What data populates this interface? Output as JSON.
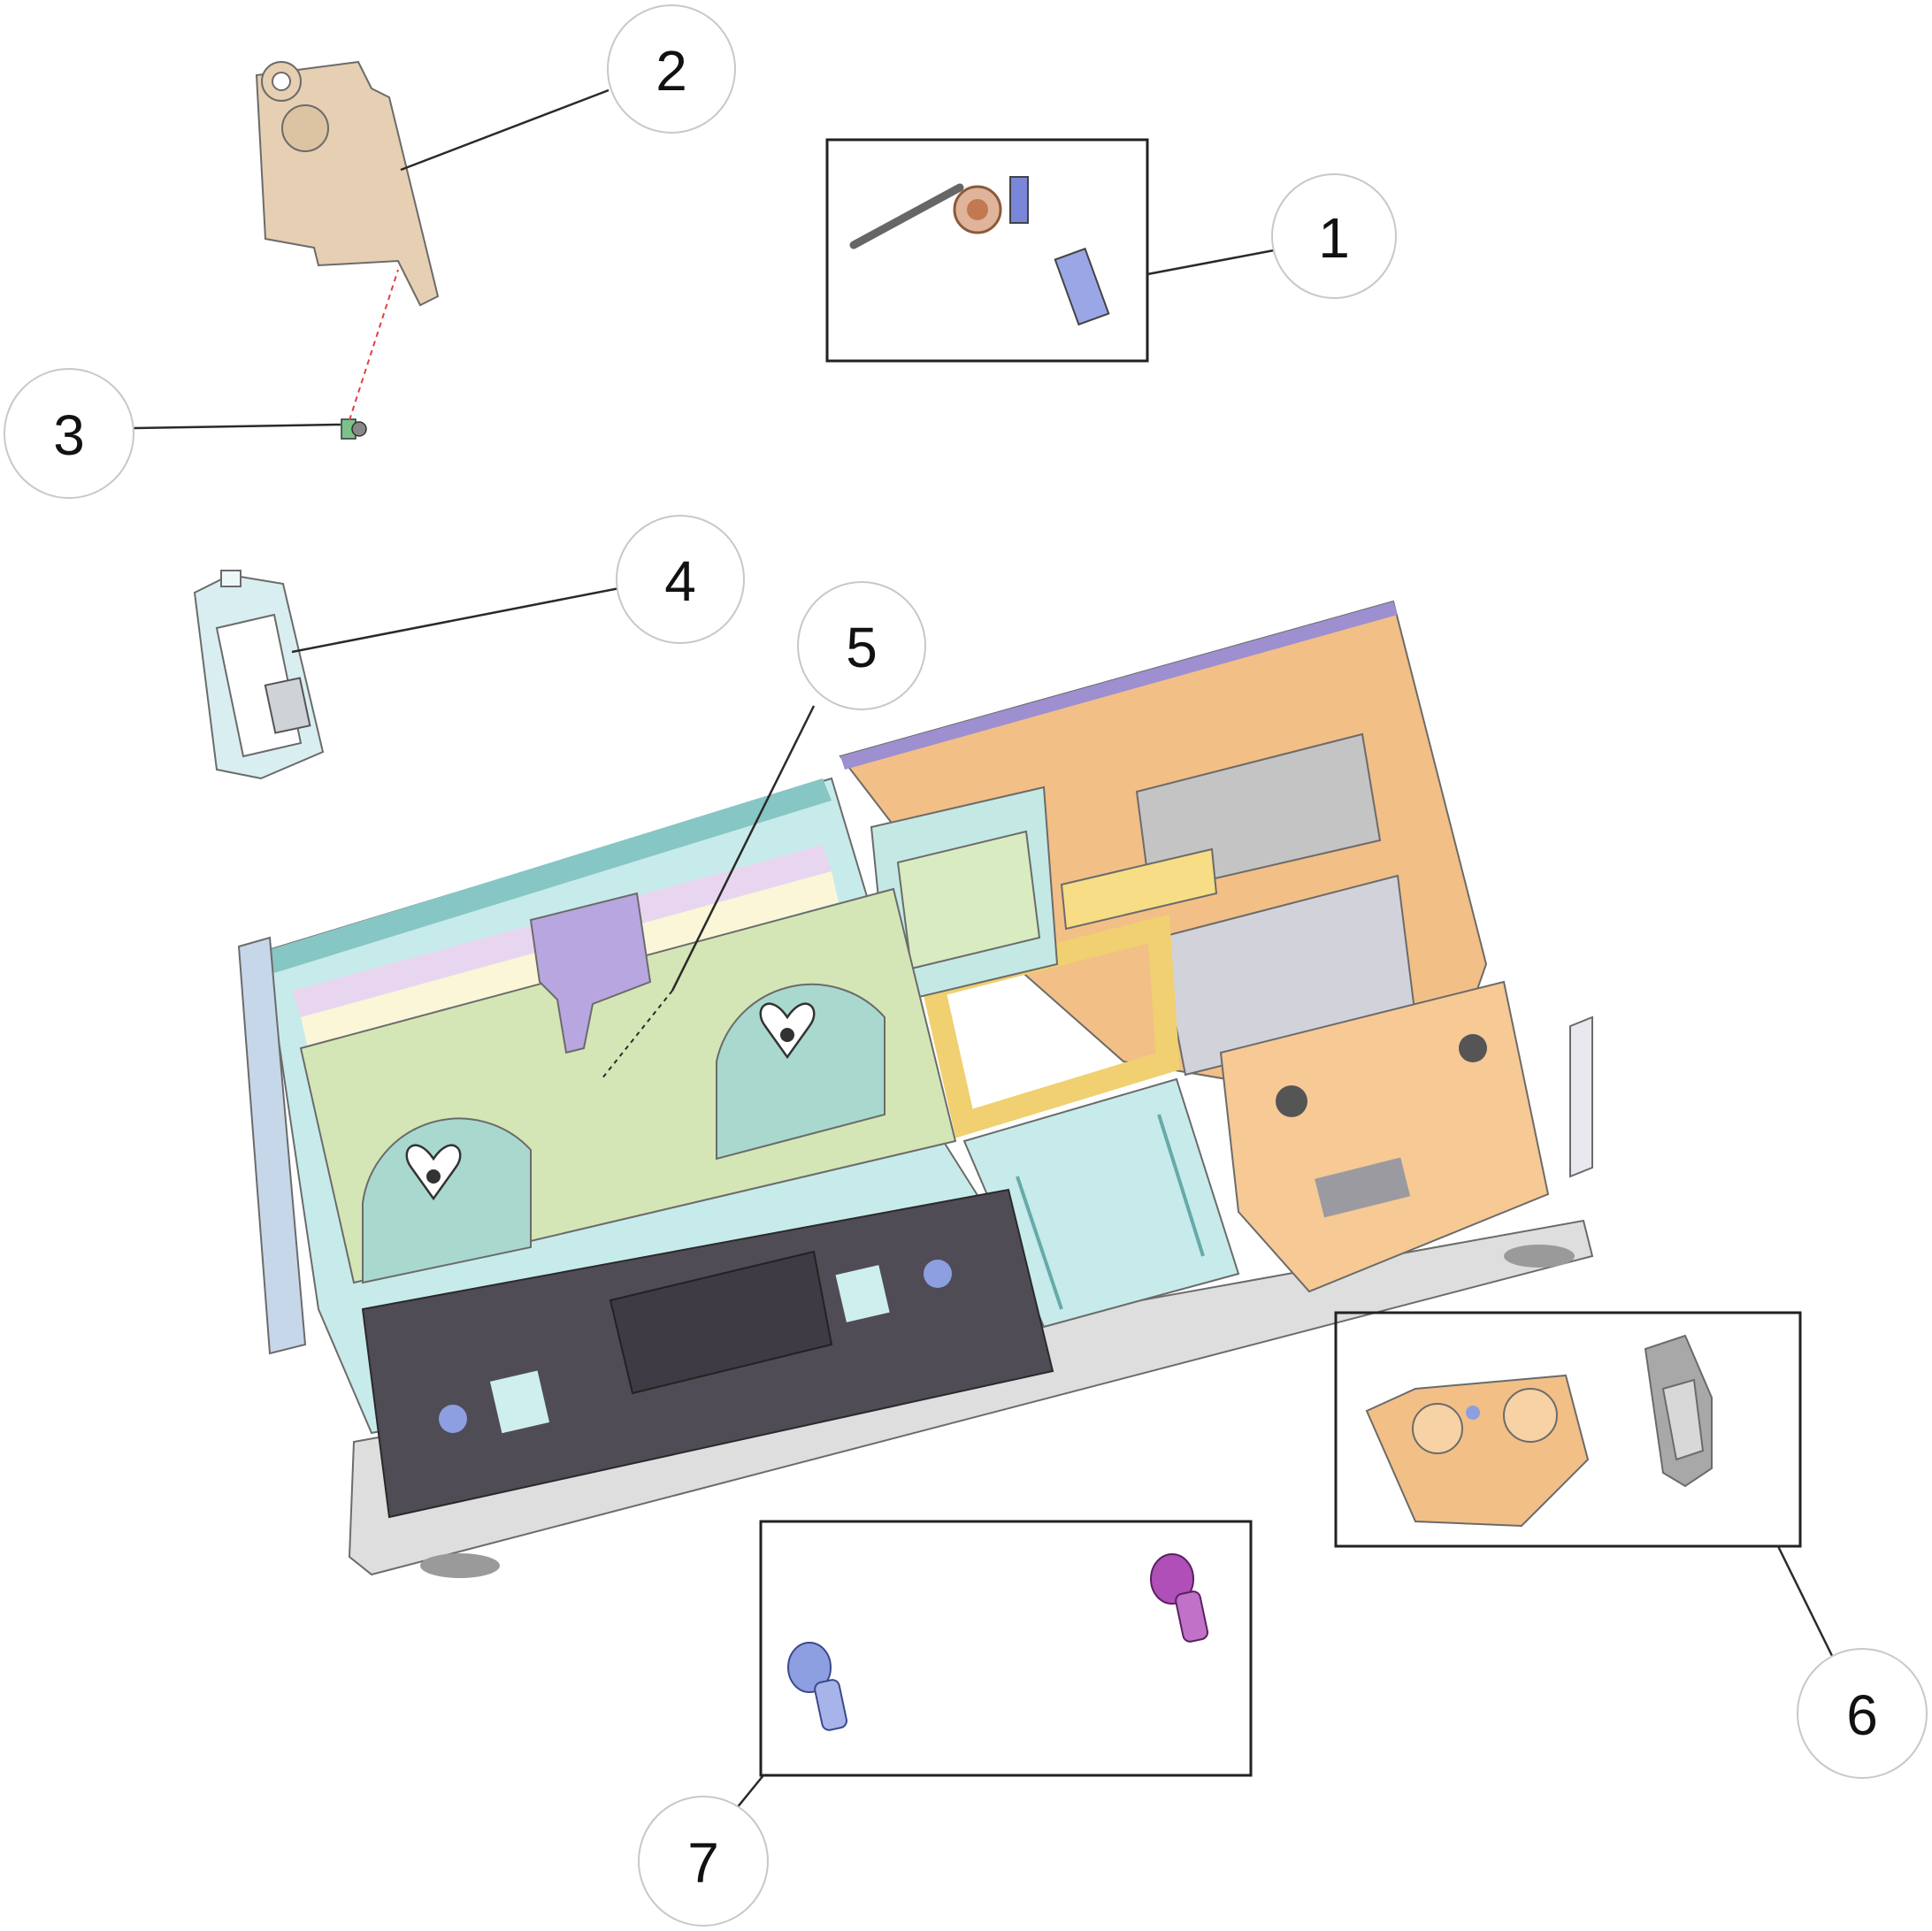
{
  "callouts": [
    {
      "id": "1",
      "label": "1"
    },
    {
      "id": "2",
      "label": "2"
    },
    {
      "id": "3",
      "label": "3"
    },
    {
      "id": "4",
      "label": "4"
    },
    {
      "id": "5",
      "label": "5"
    },
    {
      "id": "6",
      "label": "6"
    },
    {
      "id": "7",
      "label": "7"
    }
  ],
  "colors": {
    "tan": "#e6cfb2",
    "green": "#d4e6b5",
    "teal": "#b8e2e0",
    "orange": "#f2bf86",
    "dark_gray": "#4f4c55",
    "light_gray": "#dcdcdc",
    "yellow": "#f6dd86",
    "purple": "#b8a6e0",
    "blue": "#8d9fe0",
    "magenta": "#b04fb8"
  }
}
